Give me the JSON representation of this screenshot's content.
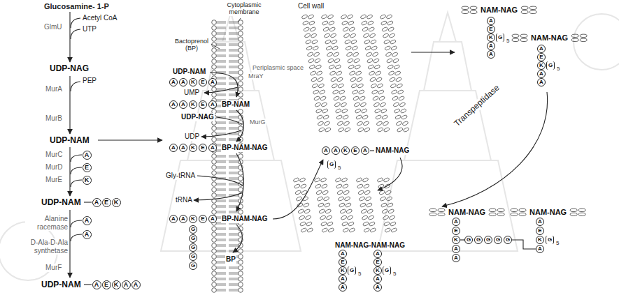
{
  "diagram": {
    "nodes": [
      {
        "text": [
          "A"
        ]
      },
      {
        "text": [
          "E"
        ]
      },
      {
        "text": [
          "K"
        ]
      },
      {
        "text": [
          "A"
        ]
      },
      {
        "text": [
          "E"
        ]
      },
      {
        "text": [
          "K"
        ]
      },
      {
        "text": [
          "A"
        ]
      },
      {
        "text": [
          "A"
        ]
      },
      {
        "text": [
          "A"
        ]
      },
      {
        "text": [
          "E"
        ]
      },
      {
        "text": [
          "K"
        ]
      },
      {
        "text": [
          "A"
        ]
      },
      {
        "text": [
          "A"
        ]
      },
      {
        "text": [
          "A"
        ]
      },
      {
        "text": [
          "A"
        ]
      },
      {
        "text": [
          "K"
        ]
      },
      {
        "text": [
          "E"
        ]
      },
      {
        "text": [
          "A"
        ]
      },
      {
        "text": [
          "A"
        ]
      },
      {
        "text": [
          "A"
        ]
      },
      {
        "text": [
          "K"
        ]
      },
      {
        "text": [
          "E"
        ]
      },
      {
        "text": [
          "A"
        ]
      },
      {
        "text": [
          "A"
        ]
      },
      {
        "text": [
          "A"
        ]
      },
      {
        "text": [
          "K"
        ]
      },
      {
        "text": [
          "E"
        ]
      },
      {
        "text": [
          "A"
        ]
      },
      {
        "text": [
          "A"
        ]
      },
      {
        "text": [
          "A"
        ]
      },
      {
        "text": [
          "K"
        ]
      },
      {
        "text": [
          "E"
        ]
      },
      {
        "text": [
          "A"
        ]
      },
      {
        "text": [
          "G"
        ]
      },
      {
        "text": [
          "G"
        ]
      },
      {
        "text": [
          "G"
        ]
      },
      {
        "text": [
          "G"
        ]
      },
      {
        "text": [
          "G"
        ]
      },
      {
        "text": [
          "A"
        ]
      },
      {
        "text": [
          "A"
        ]
      },
      {
        "text": [
          "K"
        ]
      },
      {
        "text": [
          "E"
        ]
      },
      {
        "text": [
          "A"
        ]
      },
      {
        "text": [
          "G"
        ]
      },
      {
        "text": [
          "A"
        ]
      },
      {
        "text": [
          "E"
        ]
      },
      {
        "text": [
          "K"
        ]
      },
      {
        "text": [
          "G"
        ]
      },
      {
        "text": [
          "A"
        ]
      },
      {
        "text": [
          "A"
        ]
      },
      {
        "text": [
          "A"
        ]
      },
      {
        "text": [
          "E"
        ]
      },
      {
        "text": [
          "K"
        ]
      },
      {
        "text": [
          "G"
        ]
      },
      {
        "text": [
          "A"
        ]
      },
      {
        "text": [
          "A"
        ]
      },
      {
        "text": [
          "A"
        ]
      },
      {
        "text": [
          "E"
        ]
      },
      {
        "text": [
          "K"
        ]
      },
      {
        "text": [
          "G"
        ]
      },
      {
        "text": [
          "A"
        ]
      },
      {
        "text": [
          "A"
        ]
      },
      {
        "text": [
          "A"
        ]
      },
      {
        "text": [
          "E"
        ]
      },
      {
        "text": [
          "K"
        ]
      },
      {
        "text": [
          "G"
        ]
      },
      {
        "text": [
          "A"
        ]
      },
      {
        "text": [
          "A"
        ]
      },
      {
        "text": [
          "A"
        ]
      },
      {
        "text": [
          "E"
        ]
      },
      {
        "text": [
          "K"
        ]
      },
      {
        "text": [
          "A"
        ]
      },
      {
        "text": [
          "A"
        ]
      },
      {
        "text": [
          "G"
        ]
      },
      {
        "text": [
          "G"
        ]
      },
      {
        "text": [
          "G"
        ]
      },
      {
        "text": [
          "G"
        ]
      },
      {
        "text": [
          "G"
        ]
      },
      {
        "text": [
          "A"
        ]
      },
      {
        "text": [
          "E"
        ]
      },
      {
        "text": [
          "K"
        ]
      },
      {
        "text": [
          "G"
        ]
      },
      {
        "text": [
          "A"
        ]
      }
    ],
    "edges": [
      {
        "from": 70,
        "to": 73,
        "arrow": "none"
      },
      {
        "from": 77,
        "to": 82,
        "arrow": "none"
      }
    ],
    "labels": [
      "Glucosamine- 1-P",
      "Acetyl CoA",
      "GlmU",
      "UTP",
      "UDP-NAG",
      "PEP",
      "MurA",
      "MurB",
      "UDP-NAM",
      "MurC",
      "MurD",
      "MurE",
      "UDP-NAM",
      "Alanine racemase",
      "D-Ala-D-Ala synthetase",
      "MurF",
      "UDP-NAM",
      "Cytoplasmic membrane",
      "Bactoprenol (BP)",
      "Periplasmic space",
      "UDP-NAM",
      "MraY",
      "UMP",
      "BP-NAM",
      "UDP-NAG",
      "MurG",
      "UDP",
      "BP-NAM-NAG",
      "Gly-tRNA",
      "tRNA",
      "BP-NAM-NAG",
      "BP",
      "Cell wall",
      "NAM-NAG",
      "5",
      "NAM-NAG-NAM-NAG",
      "5",
      "5",
      "NAM-NAG",
      "5",
      "NAM-NAG",
      "5",
      "Transpeptidase",
      "NAM-NAG",
      "NAM-NAG",
      "5"
    ]
  }
}
